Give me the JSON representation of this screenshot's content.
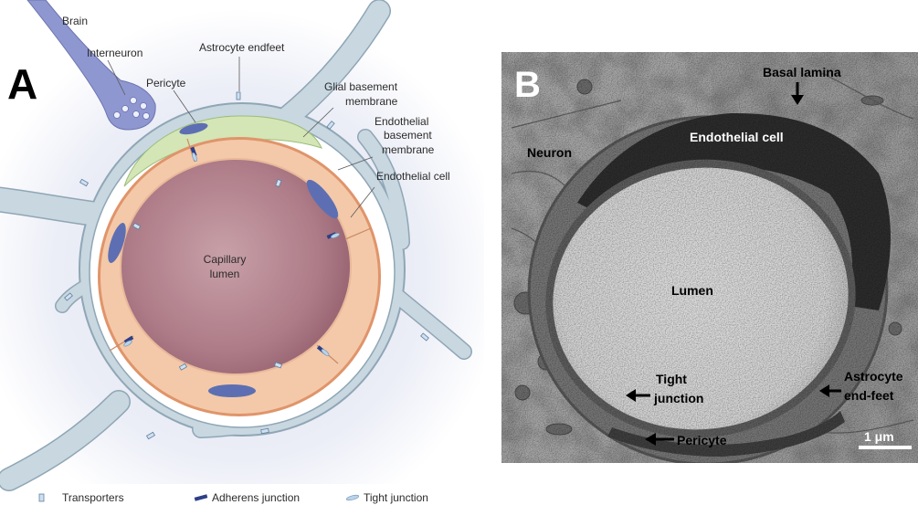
{
  "panel_a": {
    "letter": "A",
    "labels": {
      "brain": "Brain",
      "interneuron": "Interneuron",
      "astrocyte_endfeet": "Astrocyte endfeet",
      "pericyte": "Pericyte",
      "glial_bm": [
        "Glial basement",
        "membrane"
      ],
      "endothelial_bm": [
        "Endothelial",
        "basement",
        "membrane"
      ],
      "endothelial_cell": "Endothelial cell",
      "lumen": [
        "Capillary",
        "lumen"
      ]
    },
    "legend": [
      {
        "label": "Transporters",
        "icon": "transporter-icon"
      },
      {
        "label": "Adherens junction",
        "icon": "adherens-junction-icon"
      },
      {
        "label": "Tight junction",
        "icon": "tight-junction-icon"
      }
    ]
  },
  "panel_b": {
    "letter": "B",
    "labels": {
      "basal_lamina": "Basal lamina",
      "endothelial_cell": "Endothelial cell",
      "neuron": "Neuron",
      "lumen": "Lumen",
      "tight_junction": [
        "Tight",
        "junction"
      ],
      "astrocyte_endfeet": [
        "Astrocyte",
        "end-feet"
      ],
      "pericyte": "Pericyte"
    },
    "scale_bar": "1 μm"
  },
  "colors": {
    "astrocyte": "#c8d7e0",
    "astrocyte_outline": "#8fa6b5",
    "interneuron": "#8e97cf",
    "pericyte": "#d4e5b6",
    "endothelium": "#f3c9a9",
    "endothelial_basement_membrane": "#e0946a",
    "lumen": "#a97480",
    "nucleus": "#5d6fb2",
    "micrograph": "#9a9a9a",
    "micrograph_lumen": "#d6d6d6"
  }
}
